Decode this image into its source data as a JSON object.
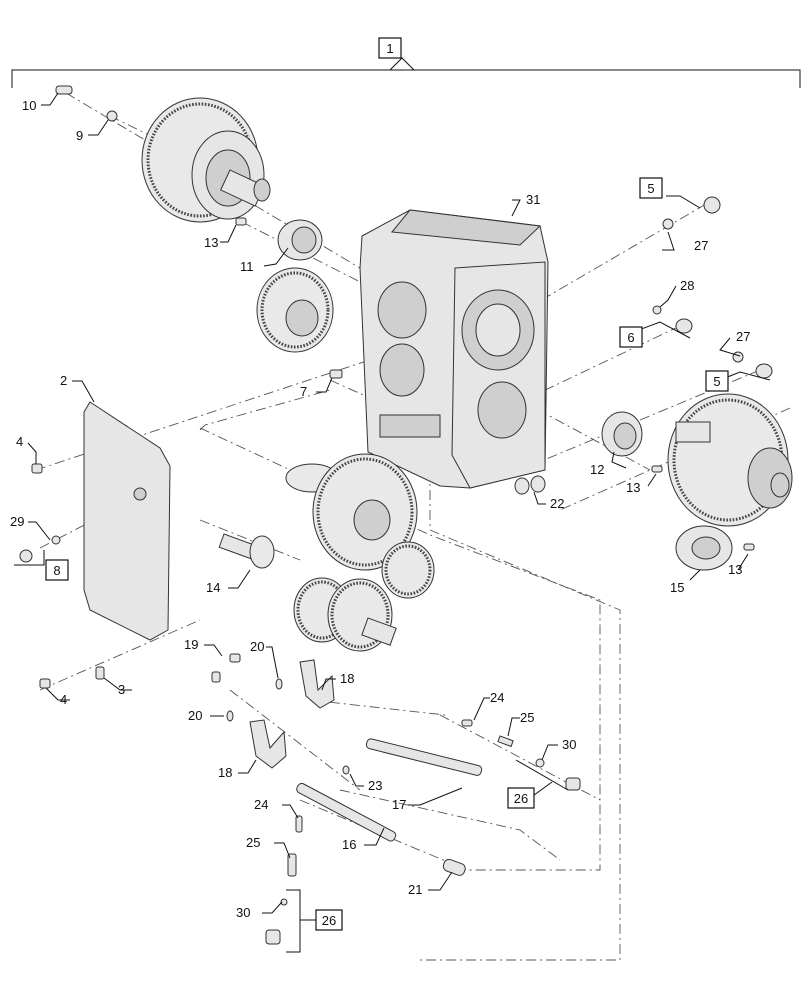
{
  "callouts": {
    "c1": "1",
    "c2": "2",
    "c3": "3",
    "c4a": "4",
    "c4b": "4",
    "c5a": "5",
    "c5b": "5",
    "c6": "6",
    "c7": "7",
    "c8": "8",
    "c9": "9",
    "c10": "10",
    "c11": "11",
    "c12": "12",
    "c13a": "13",
    "c13b": "13",
    "c13c": "13",
    "c14": "14",
    "c15": "15",
    "c16": "16",
    "c17": "17",
    "c18a": "18",
    "c18b": "18",
    "c19": "19",
    "c20a": "20",
    "c20b": "20",
    "c21": "21",
    "c22": "22",
    "c23": "23",
    "c24a": "24",
    "c24b": "24",
    "c25a": "25",
    "c25b": "25",
    "c26a": "26",
    "c26b": "26",
    "c27a": "27",
    "c27b": "27",
    "c28": "28",
    "c29": "29",
    "c30a": "30",
    "c30b": "30",
    "c31": "31"
  }
}
